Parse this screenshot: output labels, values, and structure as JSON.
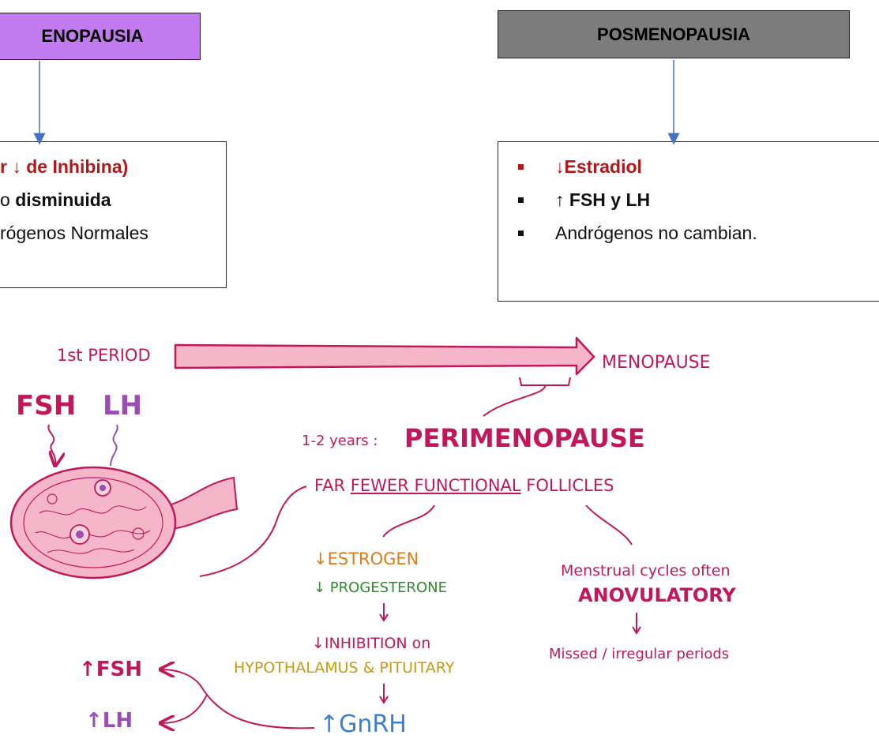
{
  "perimenopausia": {
    "header": "ENOPAUSIA",
    "line1": "r ↓ de Inhibina)",
    "line2_prefix": "o ",
    "line2_bold": "disminuida",
    "line3": "rógenos Normales"
  },
  "posmenopausia": {
    "header": "POSMENOPAUSIA",
    "bullets": [
      "↓Estradiol",
      "↑ FSH y LH",
      "Andrógenos no cambian."
    ]
  },
  "illustration": {
    "first_period": "1st PERIOD",
    "menopause": "MENOPAUSE",
    "fsh": "FSH",
    "lh": "LH",
    "years": "1-2 years :",
    "perimenopause": "PERIMENOPAUSE",
    "far_fewer_prefix": "FAR ",
    "far_fewer_underlined": "FEWER FUNCTIONAL",
    "far_fewer_suffix": " FOLLICLES",
    "estrogen": "↓ESTROGEN",
    "progesterone": "↓ PROGESTERONE",
    "inhibition": "↓INHIBITION on",
    "hypothalamus": "HYPOTHALAMUS & PITUITARY",
    "gnrh": "↑GnRH",
    "up_fsh": "↑FSH",
    "up_lh": "↑LH",
    "menstrual": "Menstrual cycles often",
    "anovulatory": "ANOVULATORY",
    "missed": "Missed / irregular periods",
    "colors": {
      "red": "#c2185b",
      "purple": "#9b4db5",
      "orange": "#e07b1a",
      "green": "#2e8b2e",
      "gold": "#c89a10",
      "blue": "#3b7fd4",
      "pink_fill": "#f4b6c8"
    }
  }
}
